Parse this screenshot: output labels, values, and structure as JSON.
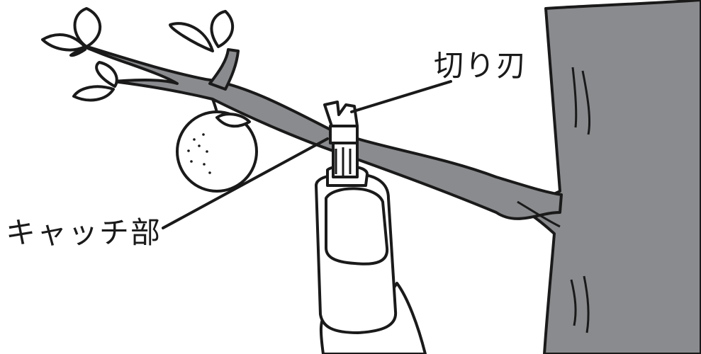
{
  "labels": {
    "blade": "切り刃",
    "catch": "キャッチ部"
  },
  "colors": {
    "trunk": "#8a8b8e",
    "branch": "#8a8b8e",
    "outline": "#1a1a1a",
    "background": "#ffffff",
    "tool_body": "#ffffff",
    "fruit": "#ffffff"
  },
  "icons": {
    "tree": "tree-trunk",
    "tool": "fruit-picker-tool",
    "fruit": "citrus-fruit",
    "hand": "hand"
  }
}
